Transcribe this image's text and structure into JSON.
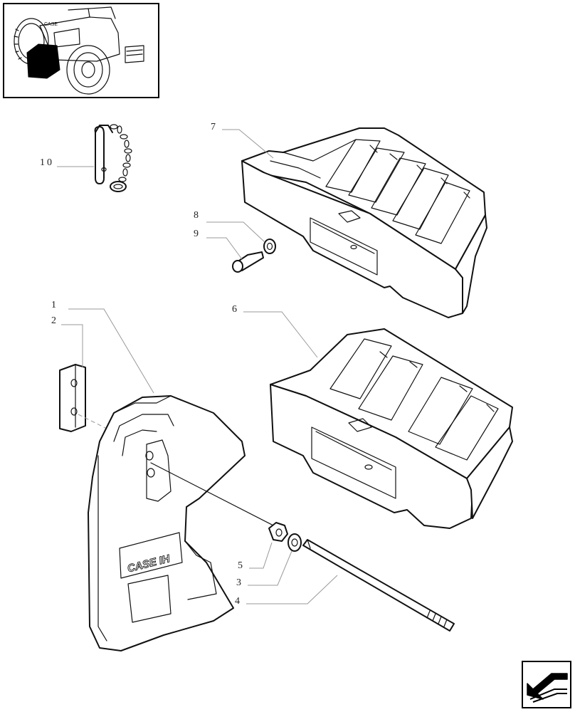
{
  "callouts": [
    {
      "id": "1",
      "text": "1"
    },
    {
      "id": "2",
      "text": "2"
    },
    {
      "id": "3",
      "text": "3"
    },
    {
      "id": "4",
      "text": "4"
    },
    {
      "id": "5",
      "text": "5"
    },
    {
      "id": "6",
      "text": "6"
    },
    {
      "id": "7",
      "text": "7"
    },
    {
      "id": "8",
      "text": "8"
    },
    {
      "id": "9",
      "text": "9"
    },
    {
      "id": "10",
      "text": "10"
    }
  ],
  "logo_text": "CASE IH",
  "icons": {
    "thumbnail": "tractor-locator-icon",
    "navigation": "next-page-arrow-icon"
  }
}
